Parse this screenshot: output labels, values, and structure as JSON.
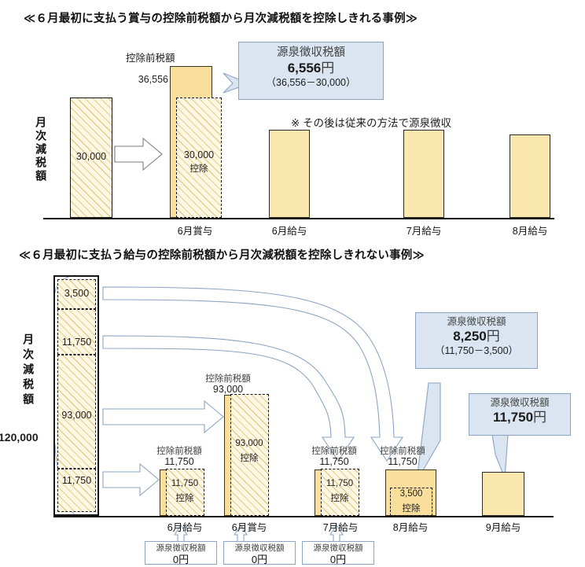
{
  "section1": {
    "title": "≪６月最初に支払う賞与の控除前税額から月次減税額を控除しきれる事例≫",
    "y_axis_label": "月次減税額",
    "note": "※ その後は従来の方法で源泉徴収",
    "pretax_label": "控除前税額",
    "pretax_value": "36,556",
    "monthly_reduction_value": "30,000",
    "deduction_value": "30,000",
    "deduction_word": "控除",
    "callout": {
      "heading": "源泉徴収税額",
      "amount": "6,556",
      "unit": "円",
      "formula": "（36,556－30,000）"
    },
    "categories": [
      "6月賞与",
      "6月給与",
      "7月給与",
      "8月給与"
    ]
  },
  "section2": {
    "title": "≪６月最初に支払う給与の控除前税額から月次減税額を控除しきれない事例≫",
    "y_axis_label": "月次減税額",
    "total_value": "120,000",
    "deduction_word": "控除",
    "pretax_label": "控除前税額",
    "stack": [
      {
        "value": "3,500"
      },
      {
        "value": "11,750"
      },
      {
        "value": "93,000"
      },
      {
        "value": "11,750"
      }
    ],
    "bars": [
      {
        "category": "6月給与",
        "pretax": "11,750",
        "deducted": "11,750"
      },
      {
        "category": "6月賞与",
        "pretax": "93,000",
        "deducted": "93,000"
      },
      {
        "category": "7月給与",
        "pretax": "11,750",
        "deducted": "11,750"
      },
      {
        "category": "8月給与",
        "pretax": "11,750",
        "deducted": "3,500"
      },
      {
        "category": "9月給与",
        "pretax": "",
        "deducted": ""
      }
    ],
    "zero_boxes": [
      {
        "heading": "源泉徴収税額",
        "amount": "0円"
      },
      {
        "heading": "源泉徴収税額",
        "amount": "0円"
      },
      {
        "heading": "源泉徴収税額",
        "amount": "0円"
      }
    ],
    "callout_aug": {
      "heading": "源泉徴収税額",
      "amount": "8,250",
      "unit": "円",
      "formula": "（11,750－3,500）"
    },
    "callout_sep": {
      "heading": "源泉徴収税額",
      "amount": "11,750",
      "unit": "円"
    }
  },
  "colors": {
    "bar_fill": "#fadf9c",
    "bar_hatch_fill": "#fdf7e3",
    "callout_fill": "#dbe5f1",
    "callout_border": "#8ba4c4",
    "axis": "#151515"
  }
}
